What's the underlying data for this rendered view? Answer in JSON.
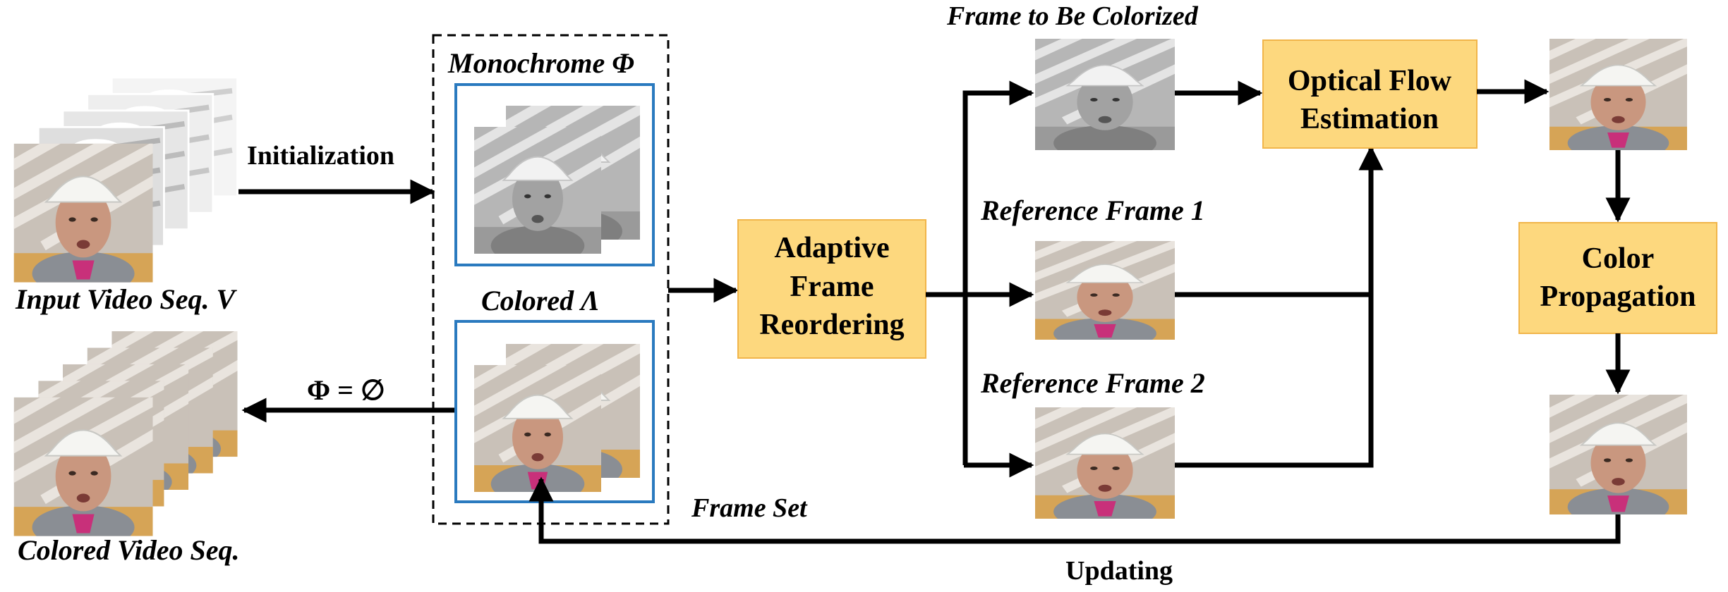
{
  "labels": {
    "input_seq": "Input Video Seq. V",
    "colored_seq": "Colored Video Seq.",
    "initialization": "Initialization",
    "phi_empty": "Φ = ∅",
    "monochrome": "Monochrome Φ",
    "colored": "Colored Λ",
    "frame_set": "Frame Set",
    "frame_to_colorize": "Frame to Be Colorized",
    "ref1": "Reference Frame 1",
    "ref2": "Reference Frame 2",
    "updating": "Updating"
  },
  "boxes": {
    "adaptive": [
      "Adaptive",
      "Frame",
      "Reordering"
    ],
    "optical": [
      "Optical Flow",
      "Estimation"
    ],
    "color_prop": [
      "Color",
      "Propagation"
    ]
  },
  "colors": {
    "box_fill": "#fdd87e",
    "box_border": "#f1b54a",
    "frame_border": "#2a7abf",
    "arrow": "#000000"
  }
}
